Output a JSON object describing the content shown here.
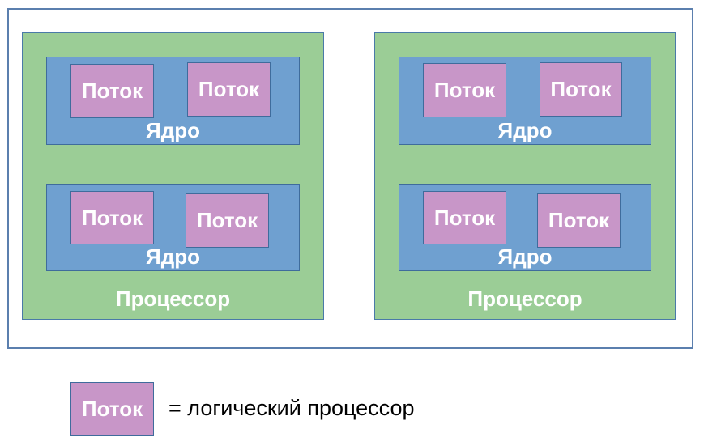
{
  "colors": {
    "processor": "#9bcd96",
    "core": "#6fa0d0",
    "thread": "#c896c8",
    "border": "#41719c"
  },
  "processors": [
    {
      "label": "Процессор",
      "cores": [
        {
          "label": "Ядро",
          "threads": [
            "Поток",
            "Поток"
          ]
        },
        {
          "label": "Ядро",
          "threads": [
            "Поток",
            "Поток"
          ]
        }
      ]
    },
    {
      "label": "Процессор",
      "cores": [
        {
          "label": "Ядро",
          "threads": [
            "Поток",
            "Поток"
          ]
        },
        {
          "label": "Ядро",
          "threads": [
            "Поток",
            "Поток"
          ]
        }
      ]
    }
  ],
  "legend": {
    "symbol_label": "Поток",
    "text": "= логический процессор"
  }
}
